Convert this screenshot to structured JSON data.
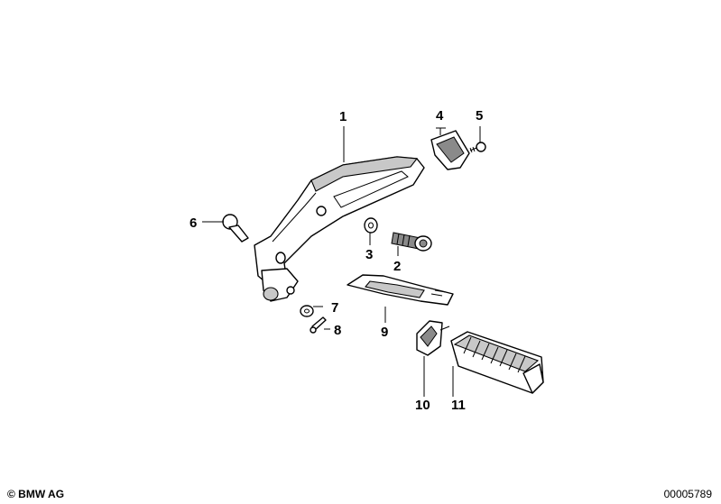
{
  "callouts": [
    {
      "id": "c1",
      "label": "1"
    },
    {
      "id": "c2",
      "label": "2"
    },
    {
      "id": "c3",
      "label": "3"
    },
    {
      "id": "c4",
      "label": "4"
    },
    {
      "id": "c5",
      "label": "5"
    },
    {
      "id": "c6",
      "label": "6"
    },
    {
      "id": "c7",
      "label": "7"
    },
    {
      "id": "c8",
      "label": "8"
    },
    {
      "id": "c9",
      "label": "9"
    },
    {
      "id": "c10",
      "label": "10"
    },
    {
      "id": "c11",
      "label": "11"
    }
  ],
  "footer": {
    "copyright": "© BMW AG",
    "document_number": "00005789"
  }
}
